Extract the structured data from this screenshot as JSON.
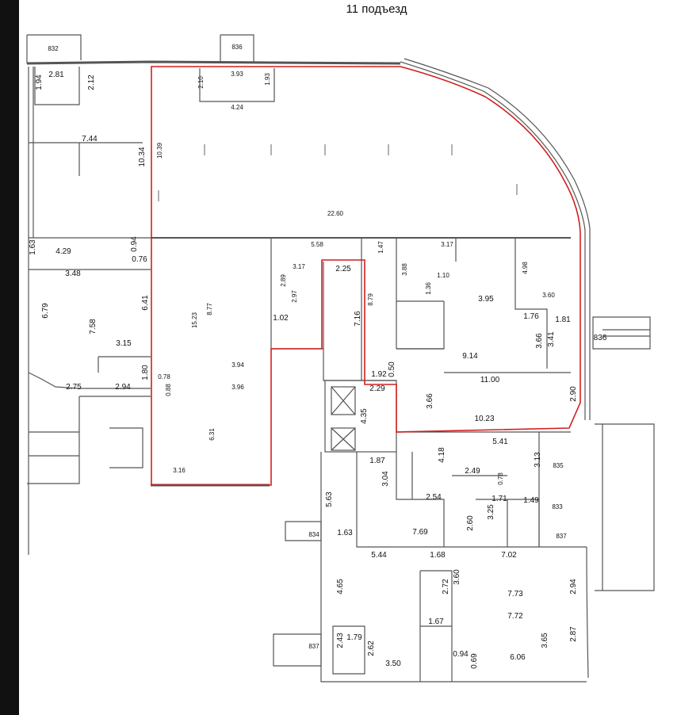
{
  "title": "11 подъезд",
  "colors": {
    "outline": "#d11f1f",
    "walls": "#555555",
    "background": "#ffffff",
    "left_bar": "#111111"
  },
  "labels": {
    "n832": "832",
    "n836_top": "836",
    "n1_94": "1.94",
    "n2_81": "2.81",
    "n2_12": "2.12",
    "n2_10": "2.10",
    "n3_93": "3.93",
    "n1_93": "1.93",
    "n4_24": "4.24",
    "n10_39": "10.39",
    "n7_44": "7.44",
    "n10_34": "10.34",
    "n22_60": "22.60",
    "n1_63a": "1.63",
    "n4_29": "4.29",
    "n0_94": "0.94",
    "n0_76": "0.76",
    "n5_58": "5.58",
    "n1_47": "1.47",
    "n3_17a": "3.17",
    "n3_17b": "3.17",
    "n2_25": "2.25",
    "n3_88": "3.88",
    "n4_98": "4.98",
    "n3_48": "3.48",
    "n2_89": "2.89",
    "n2_97": "2.97",
    "n8_77": "8.77",
    "n8_79": "8.79",
    "n1_36": "1.36",
    "n1_10": "1.10",
    "n3_60a": "3.60",
    "n3_95": "3.95",
    "n6_79": "6.79",
    "n7_58": "7.58",
    "n6_41": "6.41",
    "n15_23": "15.23",
    "n1_02": "1.02",
    "n7_16": "7.16",
    "n1_76": "1.76",
    "n1_81": "1.81",
    "n3_15": "3.15",
    "n3_66a": "3.66",
    "n3_41": "3.41",
    "n836_right": "836",
    "n3_94": "3.94",
    "n9_14": "9.14",
    "n1_80": "1.80",
    "n0_78a": "0.78",
    "n0_88": "0.88",
    "n1_92": "1.92",
    "n0_50": "0.50",
    "n11_00": "11.00",
    "n2_75": "2.75",
    "n2_94a": "2.94",
    "n3_96": "3.96",
    "n2_29": "2.29",
    "n2_90": "2.90",
    "n4_35": "4.35",
    "n3_66b": "3.66",
    "n10_23": "10.23",
    "n6_31": "6.31",
    "n5_41": "5.41",
    "n4_18": "4.18",
    "n1_87": "1.87",
    "n3_13": "3.13",
    "n835": "835",
    "n3_16": "3.16",
    "n2_49": "2.49",
    "n0_78b": "0.78",
    "n3_04": "3.04",
    "n2_54": "2.54",
    "n5_63": "5.63",
    "n1_71": "1.71",
    "n1_49": "1.49",
    "n833": "833",
    "n3_25": "3.25",
    "n2_60": "2.60",
    "n834": "834",
    "n1_63b": "1.63",
    "n7_69": "7.69",
    "n837_right": "837",
    "n5_44": "5.44",
    "n1_68": "1.68",
    "n7_02": "7.02",
    "n3_60b": "3.60",
    "n2_72": "2.72",
    "n4_65": "4.65",
    "n7_73": "7.73",
    "n2_94b": "2.94",
    "n7_72": "7.72",
    "n1_67": "1.67",
    "n837_left": "837",
    "n2_43": "2.43",
    "n1_79": "1.79",
    "n2_62": "2.62",
    "n3_65": "3.65",
    "n2_87": "2.87",
    "n0_94b": "0.94",
    "n0_69": "0.69",
    "n3_50": "3.50",
    "n6_06": "6.06"
  }
}
